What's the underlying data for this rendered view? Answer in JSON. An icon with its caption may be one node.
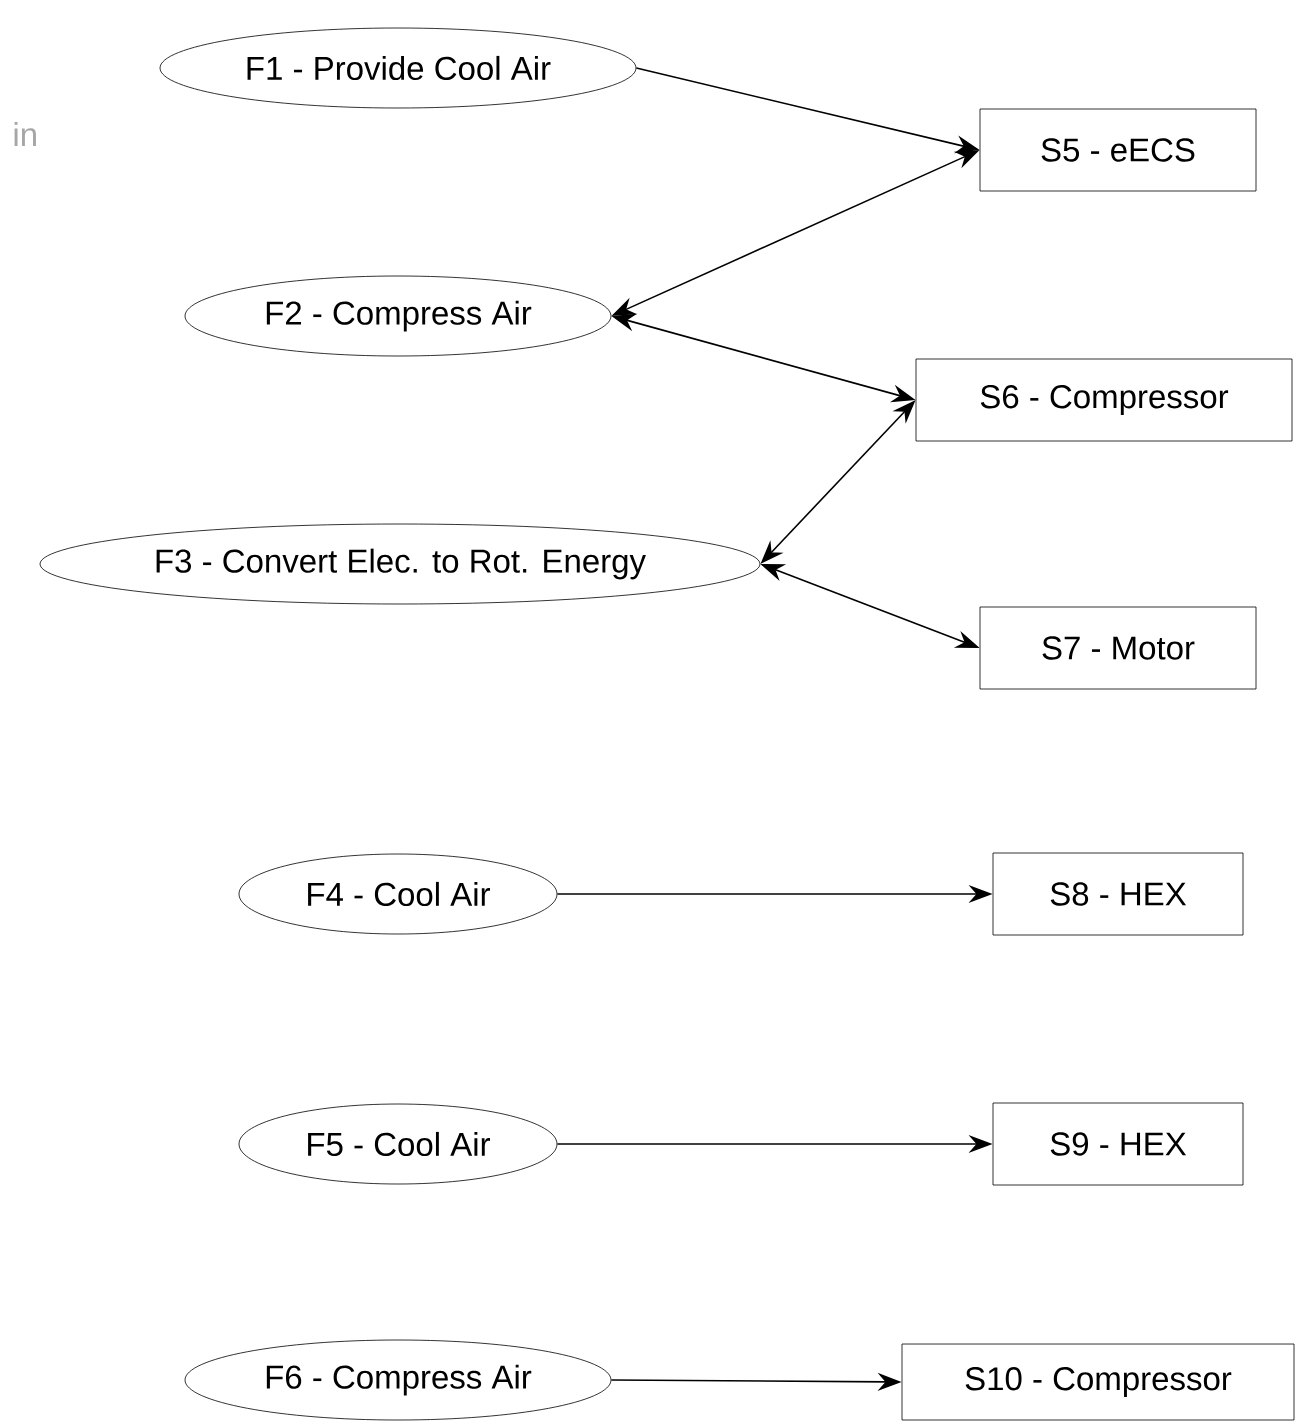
{
  "diagram": {
    "nodes": [
      {
        "text": [
          "F1 - Provide Cool Air"
        ]
      },
      {
        "text": [
          "F2 - Compress Air"
        ]
      },
      {
        "text": [
          "F3 - Convert Elec. to Rot. Energy"
        ]
      },
      {
        "text": [
          "F4 - Cool Air"
        ]
      },
      {
        "text": [
          "F5 - Cool Air"
        ]
      },
      {
        "text": [
          "F6 - Compress Air"
        ]
      },
      {
        "text": [
          "S5 - eECS"
        ]
      },
      {
        "text": [
          "S6 - Compressor"
        ]
      },
      {
        "text": [
          "S7 - Motor"
        ]
      },
      {
        "text": [
          "S8 - HEX"
        ]
      },
      {
        "text": [
          "S9 - HEX"
        ]
      },
      {
        "text": [
          "S10 - Compressor"
        ]
      }
    ],
    "edges": [
      {
        "from": 0,
        "to": 6,
        "arrow": "to"
      },
      {
        "from": 1,
        "to": 6,
        "arrow": "both"
      },
      {
        "from": 1,
        "to": 7,
        "arrow": "both"
      },
      {
        "from": 2,
        "to": 7,
        "arrow": "both"
      },
      {
        "from": 2,
        "to": 8,
        "arrow": "both"
      },
      {
        "from": 3,
        "to": 9,
        "arrow": "to"
      },
      {
        "from": 4,
        "to": 10,
        "arrow": "to"
      },
      {
        "from": 5,
        "to": 11,
        "arrow": "to"
      }
    ],
    "labels": [
      "in"
    ]
  }
}
